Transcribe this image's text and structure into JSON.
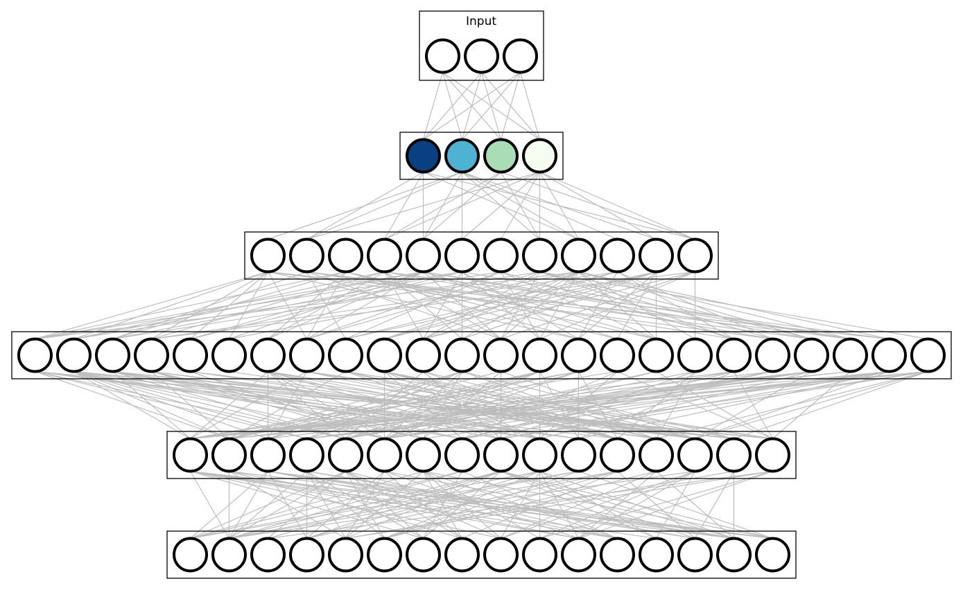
{
  "network": {
    "input_title": "Input",
    "layers": [
      {
        "name": "input",
        "count": 3,
        "fills": [
          "#ffffff",
          "#ffffff",
          "#ffffff"
        ]
      },
      {
        "name": "hidden-1",
        "count": 4,
        "fills": [
          "#084081",
          "#4eb3d3",
          "#a8ddb5",
          "#f7fcf0"
        ]
      },
      {
        "name": "hidden-2",
        "count": 12
      },
      {
        "name": "hidden-3",
        "count": 24
      },
      {
        "name": "hidden-4",
        "count": 16
      },
      {
        "name": "output",
        "count": 16
      }
    ],
    "colors": {
      "edge": "#bdbdbd",
      "node_stroke": "#000000",
      "node_default_fill": "#ffffff"
    }
  }
}
